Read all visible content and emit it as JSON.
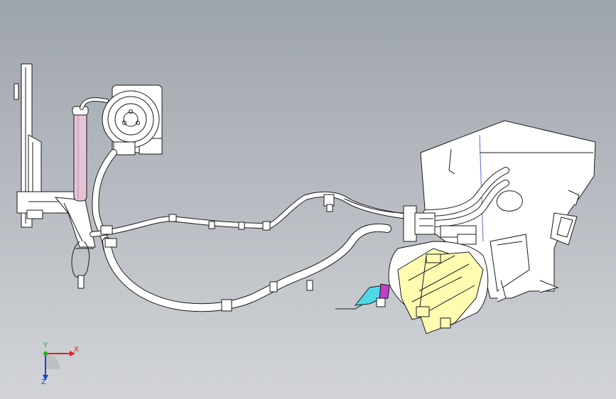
{
  "viewport": {
    "background_top": "#9ea4ac",
    "background_bottom": "#d2d4d8"
  },
  "model": {
    "line_color": "#1a1a1a",
    "part_fill": "#ffffff",
    "highlight_fill": "#fffbb0",
    "pink_tube_fill": "#e4c4d6",
    "cyan_part_fill": "#4fd8ea",
    "magenta_part_fill": "#c040c8",
    "edge_blue": "#5a6ad8"
  },
  "triad": {
    "x_label": "X",
    "y_label": "Y",
    "z_label": "Z",
    "x_color": "#e02020",
    "y_color": "#20b020",
    "z_color": "#2040d0"
  }
}
